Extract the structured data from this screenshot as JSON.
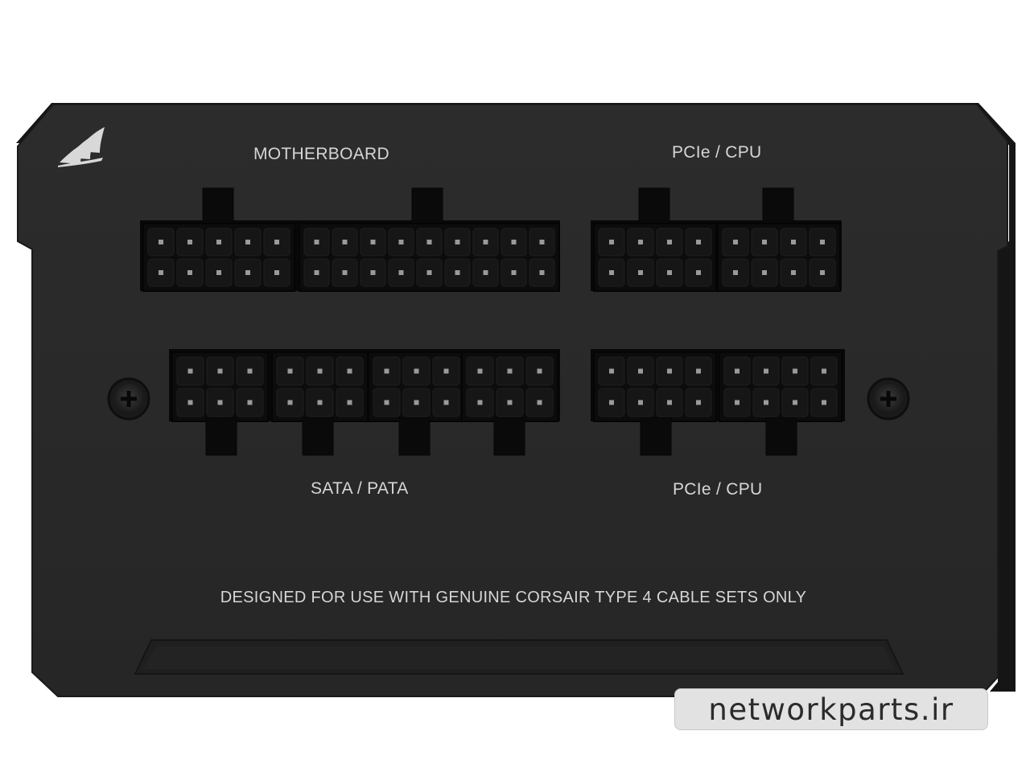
{
  "labels": {
    "motherboard": "MOTHERBOARD",
    "pcie_cpu_top": "PCIe / CPU",
    "sata_pata": "SATA / PATA",
    "pcie_cpu_bottom": "PCIe / CPU",
    "notice": "DESIGNED FOR USE WITH GENUINE CORSAIR TYPE 4 CABLE SETS ONLY"
  },
  "watermark": "networkparts.ir",
  "logo": "corsair-sails-icon",
  "colors": {
    "panel": "#2a2a2a",
    "panel_edge": "#181818",
    "connector": "#0d0d0d",
    "text": "#d6d6d6",
    "watermark_bg": "#e2e2e2"
  }
}
